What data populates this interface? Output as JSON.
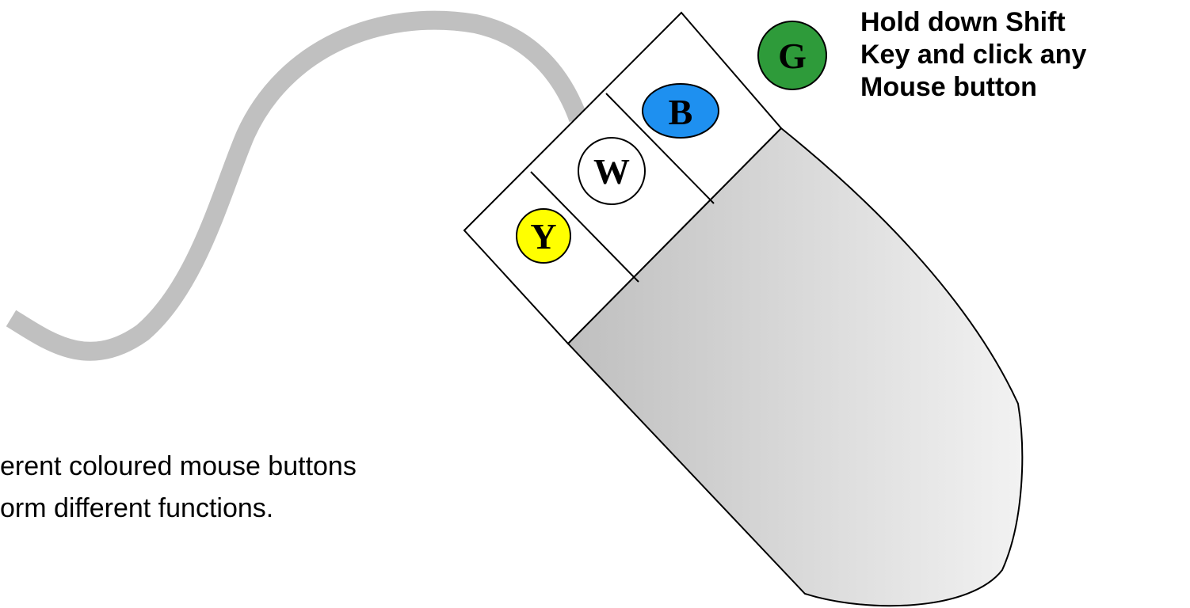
{
  "buttons": {
    "yellow": {
      "letter": "Y",
      "color": "#ffff00"
    },
    "white": {
      "letter": "W",
      "color": "#ffffff"
    },
    "blue": {
      "letter": "B",
      "color": "#1e90f0"
    },
    "green": {
      "letter": "G",
      "color": "#2e9b3a"
    }
  },
  "shift_note": {
    "line1": "Hold down Shift",
    "line2": "Key and click any",
    "line3": "Mouse button"
  },
  "caption": {
    "line1": "erent coloured mouse buttons",
    "line2": "orm different functions."
  },
  "colors": {
    "cable": "#c0c0c0",
    "mouse_body_dark": "#bfbfbf",
    "mouse_body_light": "#f2f2f2",
    "outline": "#000000"
  }
}
